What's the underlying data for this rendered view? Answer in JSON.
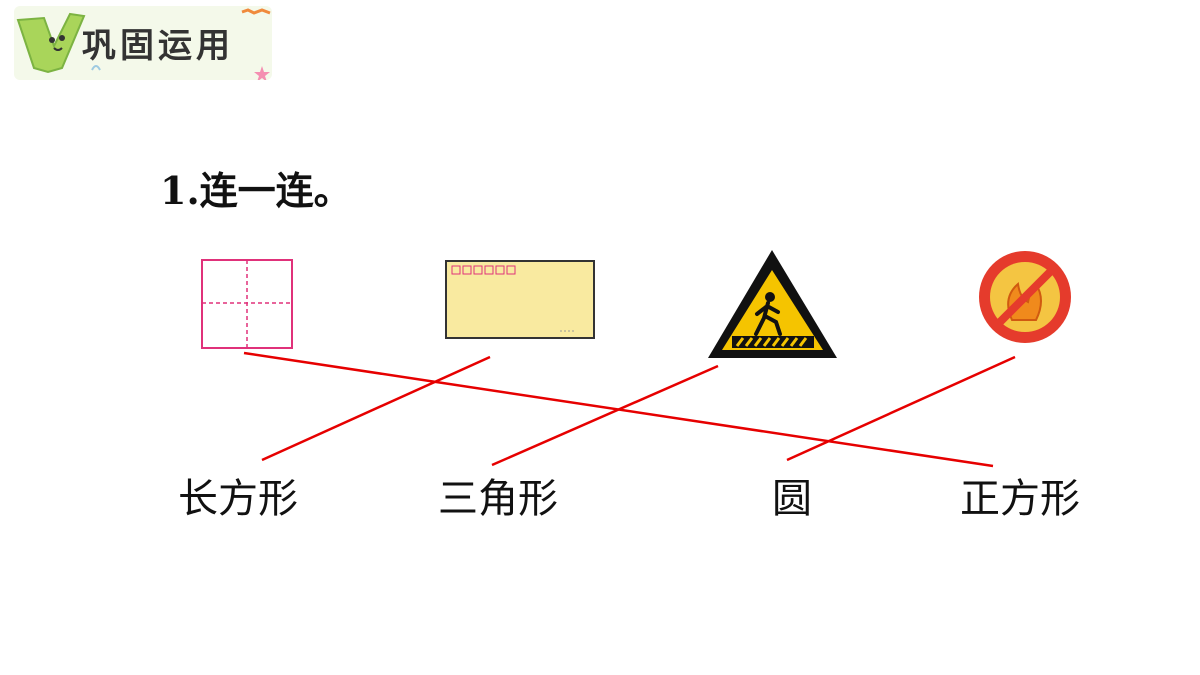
{
  "header": {
    "title": "巩固运用",
    "logo_icon": "leaf-y-mascot-icon"
  },
  "question": {
    "text": "1.连一连。"
  },
  "shapes": [
    {
      "name": "square-card",
      "icon": "folded-square-paper-icon",
      "color": "#e0317a"
    },
    {
      "name": "envelope",
      "icon": "envelope-icon",
      "color": "#f9eaa0"
    },
    {
      "name": "pedestrian-warning-sign",
      "icon": "pedestrian-crossing-triangle-icon",
      "color": "#f5c400"
    },
    {
      "name": "no-fire-sign",
      "icon": "no-fire-circle-icon",
      "color": "#e53b2c"
    }
  ],
  "labels": [
    "长方形",
    "三角形",
    "圆",
    "正方形"
  ],
  "matches": [
    {
      "from": "square-card",
      "to": "正方形"
    },
    {
      "from": "envelope",
      "to": "长方形"
    },
    {
      "from": "pedestrian-warning-sign",
      "to": "三角形"
    },
    {
      "from": "no-fire-sign",
      "to": "圆"
    }
  ],
  "line_color": "#e60000"
}
